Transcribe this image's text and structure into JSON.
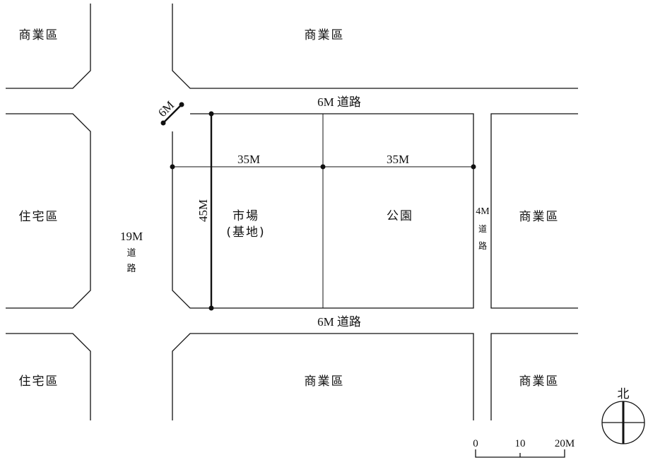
{
  "zones": {
    "top_left": "商業區",
    "top_middle": "商業區",
    "mid_left": "住宅區",
    "mid_right": "商業區",
    "bottom_left": "住宅區",
    "bottom_middle": "商業區",
    "bottom_right": "商業區"
  },
  "roads": {
    "north": "6M 道路",
    "south": "6M 道路",
    "west_width": "19M",
    "west_chars": [
      "道",
      "路"
    ],
    "east_width": "4M",
    "east_chars": [
      "道",
      "路"
    ]
  },
  "dimensions": {
    "corner": "6M",
    "width_left": "35M",
    "width_right": "35M",
    "depth": "45M"
  },
  "plots": {
    "market_line1": "市場",
    "market_line2": "(基地)",
    "park": "公園"
  },
  "compass": {
    "label": "北"
  },
  "scale": {
    "labels": [
      "0",
      "10",
      "20M"
    ]
  },
  "colors": {
    "ink": "#111111",
    "background": "#ffffff"
  }
}
